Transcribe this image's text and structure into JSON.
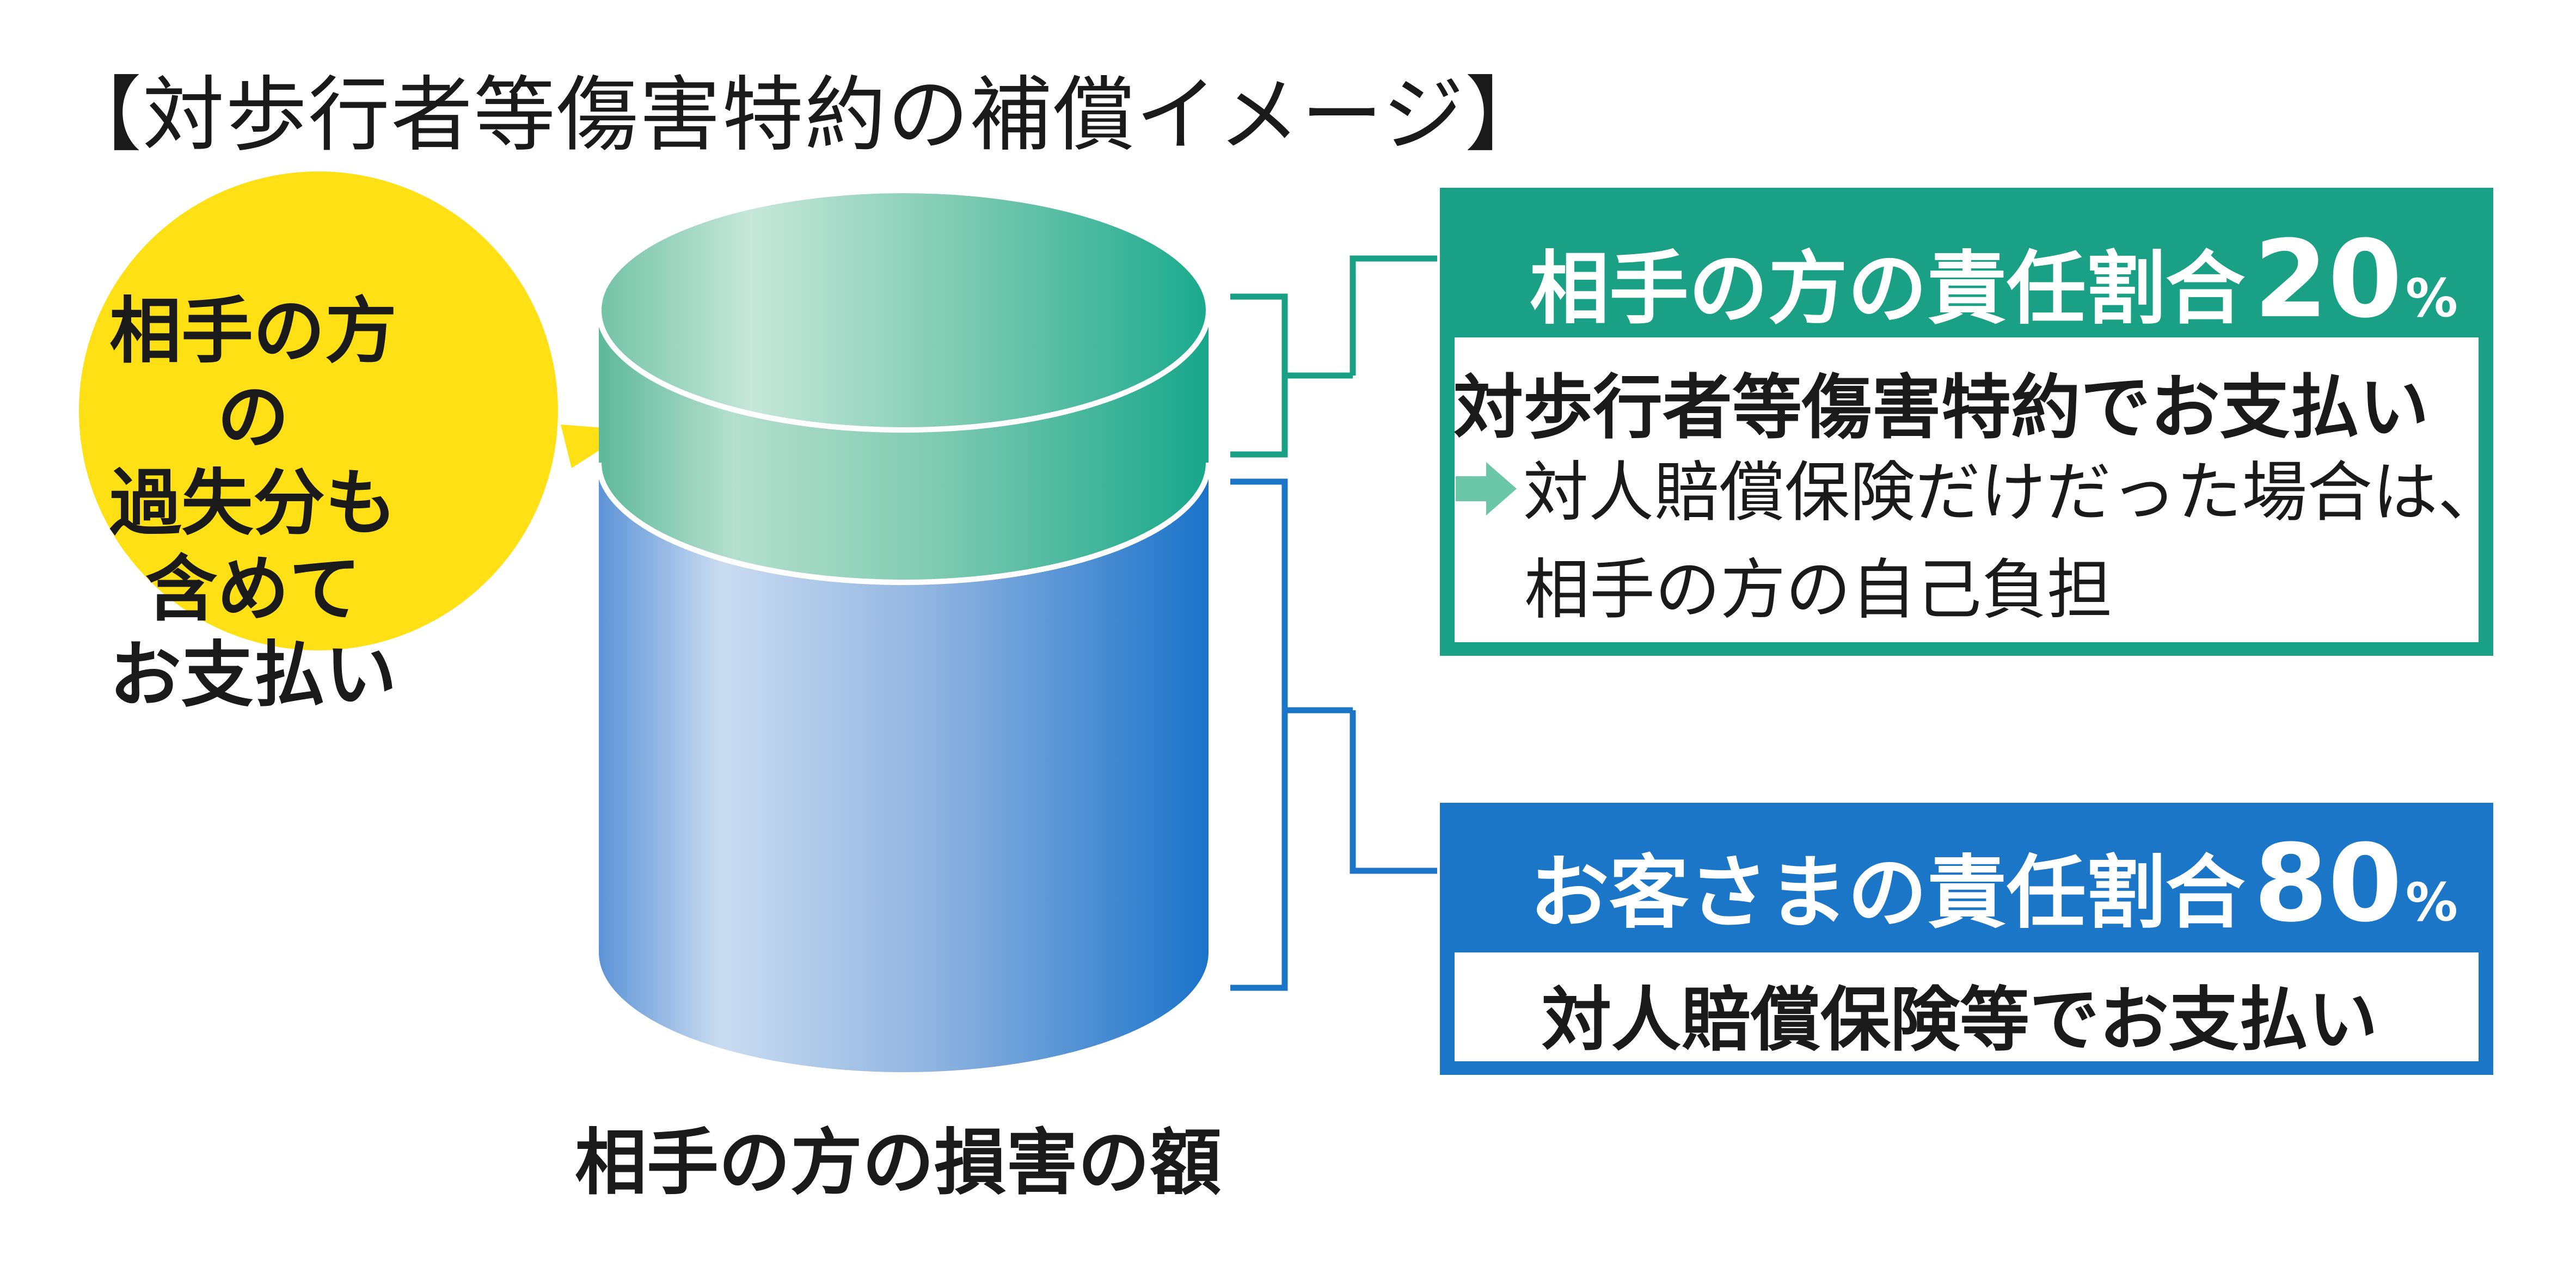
{
  "title": "【対歩行者等傷害特約の補償イメージ】",
  "bubble": {
    "lines": [
      "相手の方の",
      "過失分も",
      "含めて",
      "お支払い"
    ],
    "color": "#FFE014"
  },
  "cylinder": {
    "label": "相手の方の損害の額",
    "top_color": "#2AAE8C",
    "bottom_color": "#2C7FCB"
  },
  "green_panel": {
    "header_label": "相手の方の責任割合",
    "percent_value": "20",
    "percent_unit": "%",
    "main_text": "対歩行者等傷害特約でお支払い",
    "note_line1": "対人賠償保険だけだった場合は、",
    "note_line2": "相手の方の自己負担",
    "color": "#1AA185"
  },
  "blue_panel": {
    "header_label": "お客さまの責任割合",
    "percent_value": "80",
    "percent_unit": "%",
    "main_text": "対人賠償保険等でお支払い",
    "color": "#1C76C8"
  }
}
